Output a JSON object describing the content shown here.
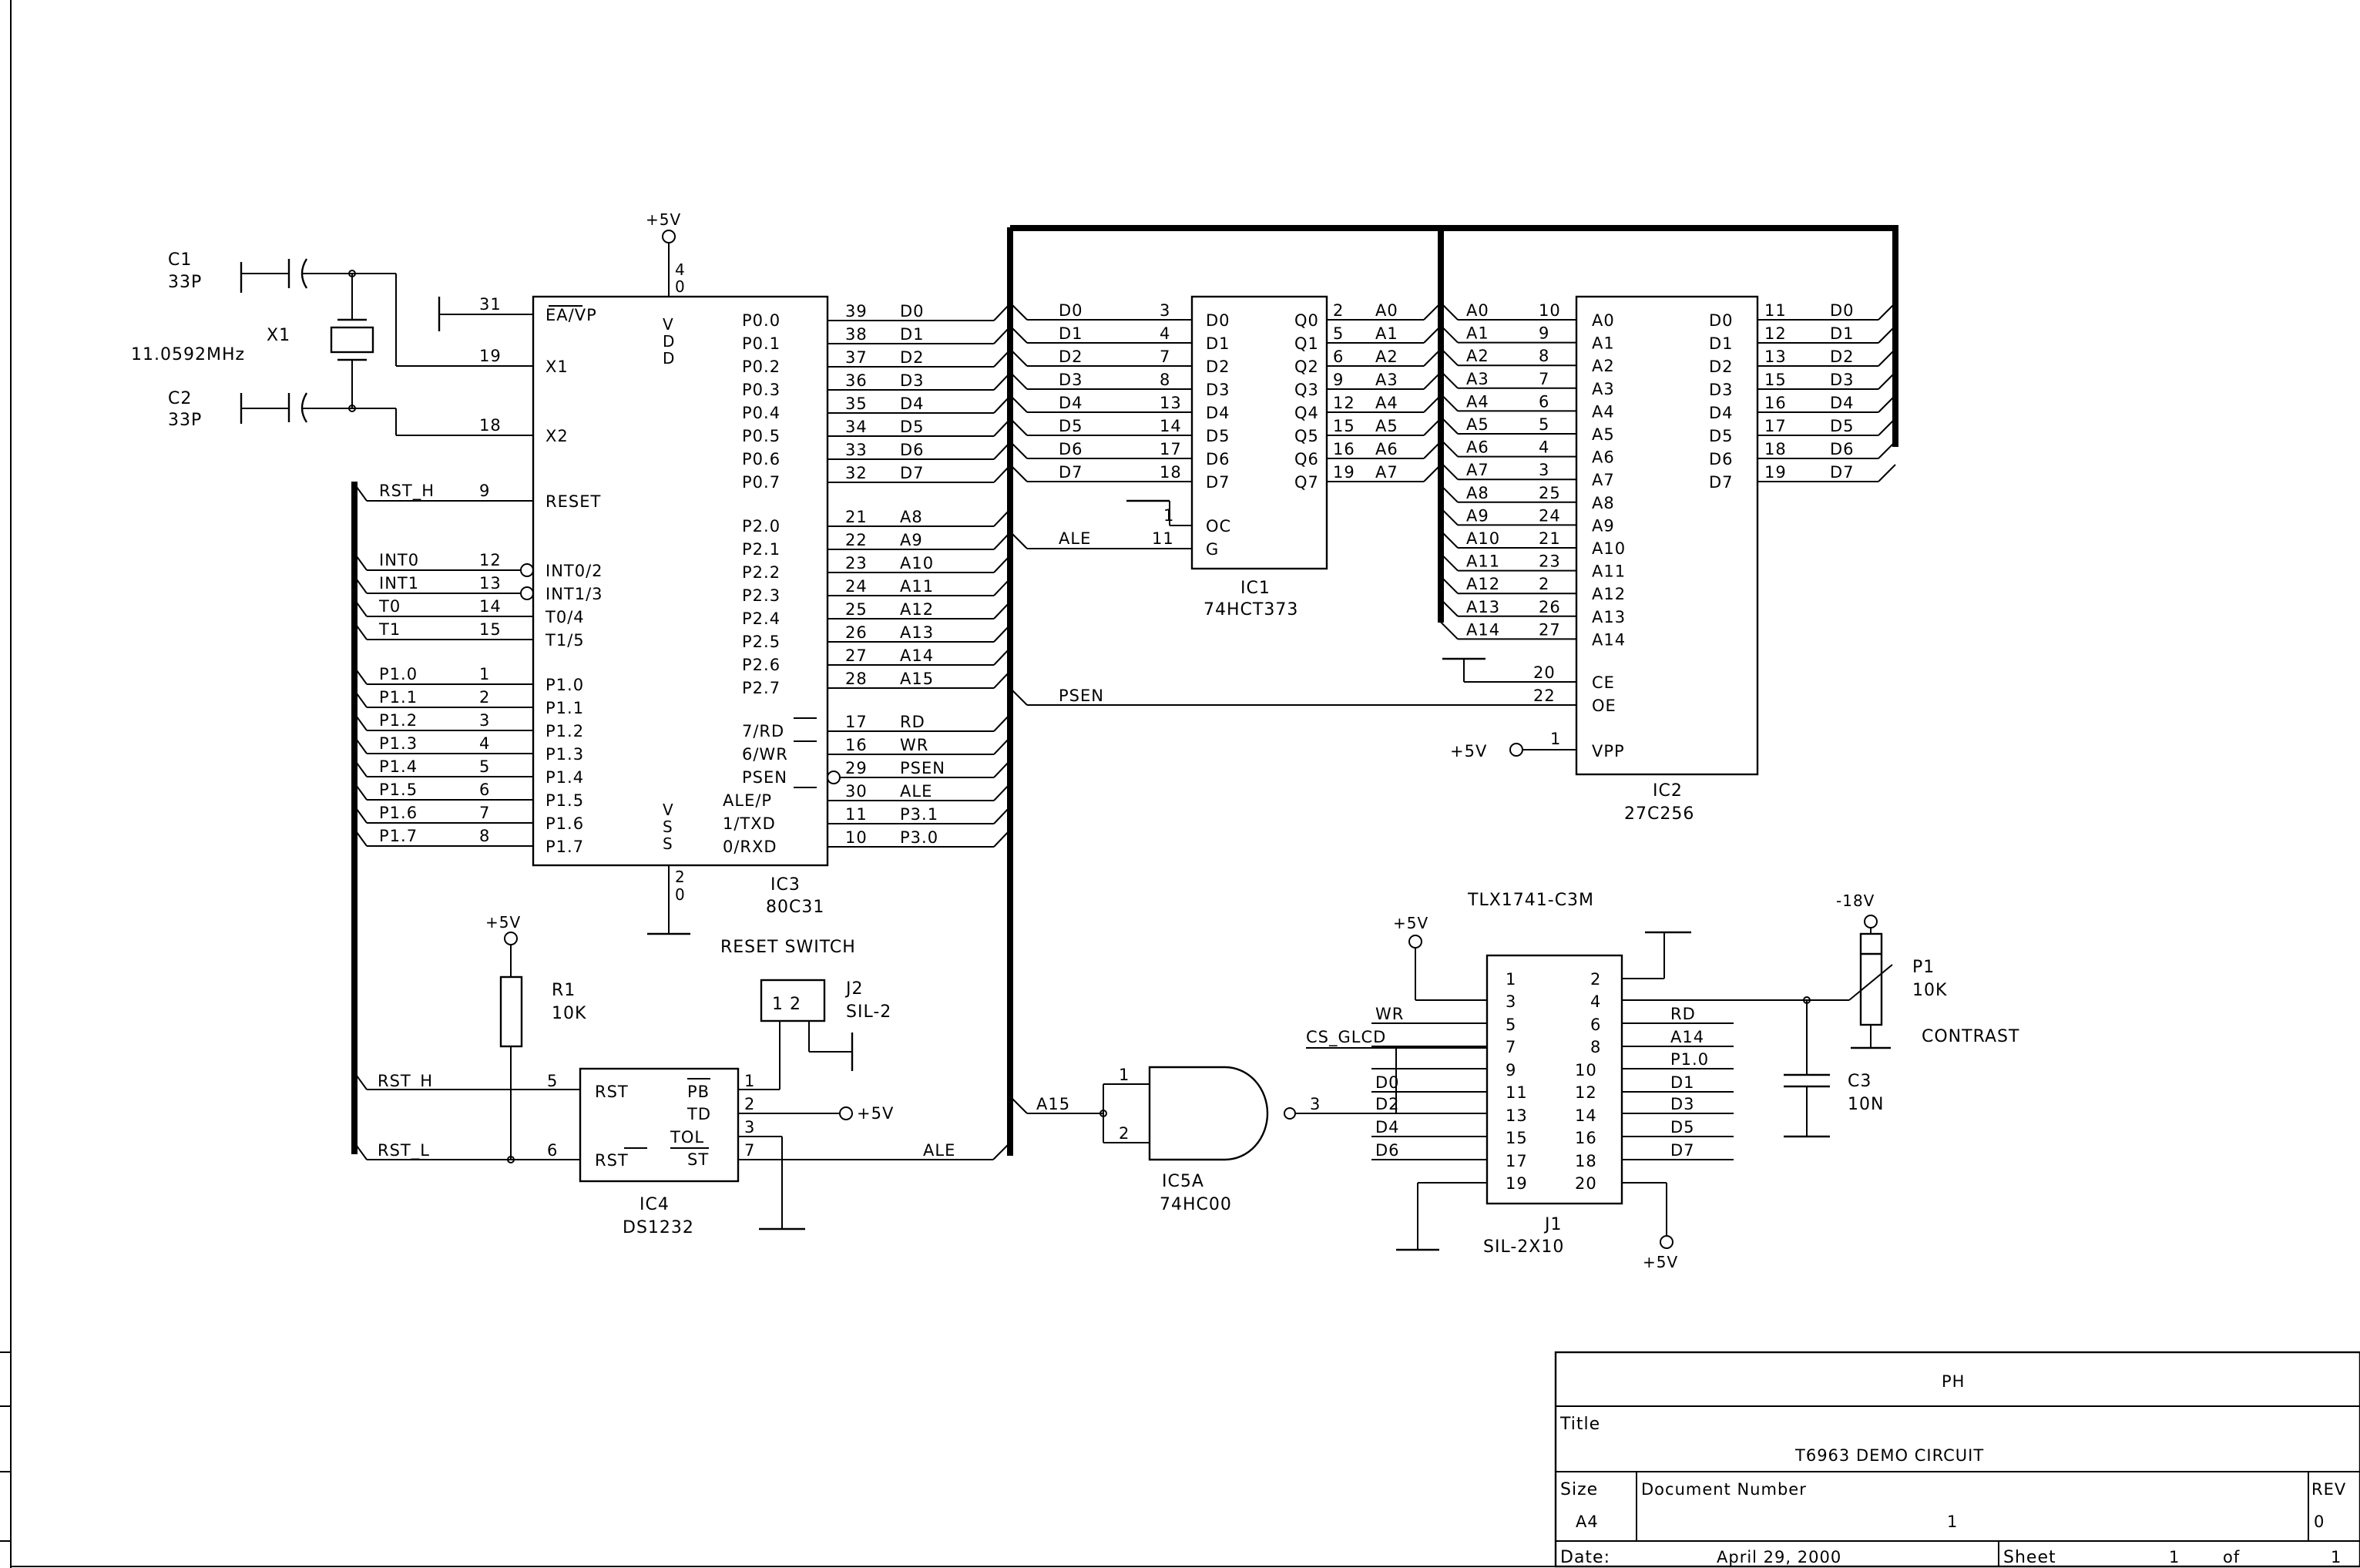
{
  "title_block": {
    "company": "PH",
    "title_label": "Title",
    "title": "T6963 DEMO CIRCUIT",
    "size_label": "Size",
    "size": "A4",
    "docnum_label": "Document Number",
    "docnum": "1",
    "rev_label": "REV",
    "rev": "0",
    "date_label": "Date:",
    "date": "April 29, 2000",
    "sheet_label": "Sheet",
    "sheet": "1",
    "of_label": "of",
    "sheet_total": "1"
  },
  "ic3": {
    "ref": "IC3",
    "part": "80C31",
    "left_pins": [
      {
        "num": "31",
        "name": "EA/VP"
      },
      {
        "num": "19",
        "name": "X1"
      },
      {
        "num": "18",
        "name": "X2"
      },
      {
        "num": "9",
        "name": "RESET"
      },
      {
        "num": "12",
        "name": "INT0/2"
      },
      {
        "num": "13",
        "name": "INT1/3"
      },
      {
        "num": "14",
        "name": "T0/4"
      },
      {
        "num": "15",
        "name": "T1/5"
      },
      {
        "num": "1",
        "name": "P1.0"
      },
      {
        "num": "2",
        "name": "P1.1"
      },
      {
        "num": "3",
        "name": "P1.2"
      },
      {
        "num": "4",
        "name": "P1.3"
      },
      {
        "num": "5",
        "name": "P1.4"
      },
      {
        "num": "6",
        "name": "P1.5"
      },
      {
        "num": "7",
        "name": "P1.6"
      },
      {
        "num": "8",
        "name": "P1.7"
      }
    ],
    "left_nets": [
      "RST_H",
      "INT0",
      "INT1",
      "T0",
      "T1",
      "P1.0",
      "P1.1",
      "P1.2",
      "P1.3",
      "P1.4",
      "P1.5",
      "P1.6",
      "P1.7"
    ],
    "right_pins": [
      {
        "num": "39",
        "name": "P0.0",
        "net": "D0"
      },
      {
        "num": "38",
        "name": "P0.1",
        "net": "D1"
      },
      {
        "num": "37",
        "name": "P0.2",
        "net": "D2"
      },
      {
        "num": "36",
        "name": "P0.3",
        "net": "D3"
      },
      {
        "num": "35",
        "name": "P0.4",
        "net": "D4"
      },
      {
        "num": "34",
        "name": "P0.5",
        "net": "D5"
      },
      {
        "num": "33",
        "name": "P0.6",
        "net": "D6"
      },
      {
        "num": "32",
        "name": "P0.7",
        "net": "D7"
      },
      {
        "num": "21",
        "name": "P2.0",
        "net": "A8"
      },
      {
        "num": "22",
        "name": "P2.1",
        "net": "A9"
      },
      {
        "num": "23",
        "name": "P2.2",
        "net": "A10"
      },
      {
        "num": "24",
        "name": "P2.3",
        "net": "A11"
      },
      {
        "num": "25",
        "name": "P2.4",
        "net": "A12"
      },
      {
        "num": "26",
        "name": "P2.5",
        "net": "A13"
      },
      {
        "num": "27",
        "name": "P2.6",
        "net": "A14"
      },
      {
        "num": "28",
        "name": "P2.7",
        "net": "A15"
      },
      {
        "num": "17",
        "name": "7/RD",
        "net": "RD"
      },
      {
        "num": "16",
        "name": "6/WR",
        "net": "WR"
      },
      {
        "num": "29",
        "name": "PSEN",
        "net": "PSEN"
      },
      {
        "num": "30",
        "name": "ALE/P",
        "net": "ALE"
      },
      {
        "num": "11",
        "name": "1/TXD",
        "net": "P3.1"
      },
      {
        "num": "10",
        "name": "0/RXD",
        "net": "P3.0"
      }
    ],
    "vdd_letters": [
      "V",
      "D",
      "D"
    ],
    "vss_letters": [
      "V",
      "S",
      "S"
    ],
    "vdd_pin": [
      "4",
      "0"
    ],
    "vss_pin": [
      "2",
      "0"
    ],
    "vdd_supply": "+5V"
  },
  "crystal": {
    "c1_ref": "C1",
    "c1_val": "33P",
    "c2_ref": "C2",
    "c2_val": "33P",
    "x1_ref": "X1",
    "x1_val": "11.0592MHz"
  },
  "ic1": {
    "ref": "IC1",
    "part": "74HCT373",
    "inputs": [
      {
        "net": "D0",
        "num": "3",
        "name": "D0"
      },
      {
        "net": "D1",
        "num": "4",
        "name": "D1"
      },
      {
        "net": "D2",
        "num": "7",
        "name": "D2"
      },
      {
        "net": "D3",
        "num": "8",
        "name": "D3"
      },
      {
        "net": "D4",
        "num": "13",
        "name": "D4"
      },
      {
        "net": "D5",
        "num": "14",
        "name": "D5"
      },
      {
        "net": "D6",
        "num": "17",
        "name": "D6"
      },
      {
        "net": "D7",
        "num": "18",
        "name": "D7"
      }
    ],
    "oc": {
      "num": "1",
      "name": "OC"
    },
    "g": {
      "num": "11",
      "name": "G",
      "net": "ALE"
    },
    "outputs": [
      {
        "num": "2",
        "name": "Q0",
        "net": "A0"
      },
      {
        "num": "5",
        "name": "Q1",
        "net": "A1"
      },
      {
        "num": "6",
        "name": "Q2",
        "net": "A2"
      },
      {
        "num": "9",
        "name": "Q3",
        "net": "A3"
      },
      {
        "num": "12",
        "name": "Q4",
        "net": "A4"
      },
      {
        "num": "15",
        "name": "Q5",
        "net": "A5"
      },
      {
        "num": "16",
        "name": "Q6",
        "net": "A6"
      },
      {
        "num": "19",
        "name": "Q7",
        "net": "A7"
      }
    ]
  },
  "ic2": {
    "ref": "IC2",
    "part": "27C256",
    "address": [
      {
        "net": "A0",
        "num": "10",
        "name": "A0"
      },
      {
        "net": "A1",
        "num": "9",
        "name": "A1"
      },
      {
        "net": "A2",
        "num": "8",
        "name": "A2"
      },
      {
        "net": "A3",
        "num": "7",
        "name": "A3"
      },
      {
        "net": "A4",
        "num": "6",
        "name": "A4"
      },
      {
        "net": "A5",
        "num": "5",
        "name": "A5"
      },
      {
        "net": "A6",
        "num": "4",
        "name": "A6"
      },
      {
        "net": "A7",
        "num": "3",
        "name": "A7"
      },
      {
        "net": "A8",
        "num": "25",
        "name": "A8"
      },
      {
        "net": "A9",
        "num": "24",
        "name": "A9"
      },
      {
        "net": "A10",
        "num": "21",
        "name": "A10"
      },
      {
        "net": "A11",
        "num": "23",
        "name": "A11"
      },
      {
        "net": "A12",
        "num": "2",
        "name": "A12"
      },
      {
        "net": "A13",
        "num": "26",
        "name": "A13"
      },
      {
        "net": "A14",
        "num": "27",
        "name": "A14"
      }
    ],
    "ce": {
      "num": "20",
      "name": "CE"
    },
    "oe": {
      "num": "22",
      "name": "OE",
      "net": "PSEN"
    },
    "vpp": {
      "num": "1",
      "name": "VPP",
      "supply": "+5V"
    },
    "data": [
      {
        "num": "11",
        "name": "D0",
        "net": "D0"
      },
      {
        "num": "12",
        "name": "D1",
        "net": "D1"
      },
      {
        "num": "13",
        "name": "D2",
        "net": "D2"
      },
      {
        "num": "15",
        "name": "D3",
        "net": "D3"
      },
      {
        "num": "16",
        "name": "D4",
        "net": "D4"
      },
      {
        "num": "17",
        "name": "D5",
        "net": "D5"
      },
      {
        "num": "18",
        "name": "D6",
        "net": "D6"
      },
      {
        "num": "19",
        "name": "D7",
        "net": "D7"
      }
    ]
  },
  "reset": {
    "supply": "+5V",
    "r1_ref": "R1",
    "r1_val": "10K",
    "ic4_ref": "IC4",
    "ic4_part": "DS1232",
    "ic4_rst_h_num": "5",
    "ic4_rst_l_num": "6",
    "ic4_rst_label": "RST",
    "ic4_rstb_label": "RST",
    "ic4_pb": "PB",
    "ic4_td": "TD",
    "ic4_tol": "TOL",
    "ic4_st": "ST",
    "ic4_right_nums": [
      "1",
      "2",
      "3",
      "7"
    ],
    "td_supply": "+5V",
    "net_rst_h": "RST_H",
    "net_rst_l": "RST_L",
    "net_ale": "ALE",
    "j2_ref": "J2",
    "j2_part": "SIL-2",
    "j2_pins": "1 2",
    "switch_label": "RESET SWITCH"
  },
  "ic5": {
    "ref": "IC5A",
    "part": "74HC00",
    "in_net": "A15",
    "in1": "1",
    "in2": "2",
    "out": "3",
    "out_net": "CS_GLCD"
  },
  "lcd": {
    "header": "TLX1741-C3M",
    "j1_ref": "J1",
    "j1_part": "SIL-2X10",
    "supply": "+5V",
    "supply_bottom": "+5V",
    "left_nums": [
      "1",
      "3",
      "5",
      "7",
      "9",
      "11",
      "13",
      "15",
      "17",
      "19"
    ],
    "right_nums": [
      "2",
      "4",
      "6",
      "8",
      "10",
      "12",
      "14",
      "16",
      "18",
      "20"
    ],
    "left_nets": [
      "WR",
      "CS_GLCD",
      "D0",
      "D2",
      "D4",
      "D6"
    ],
    "right_nets": [
      "RD",
      "A14",
      "P1.0",
      "D1",
      "D3",
      "D5",
      "D7"
    ]
  },
  "contrast": {
    "supply": "-18V",
    "p1_ref": "P1",
    "p1_val": "10K",
    "label": "CONTRAST",
    "c3_ref": "C3",
    "c3_val": "10N"
  }
}
